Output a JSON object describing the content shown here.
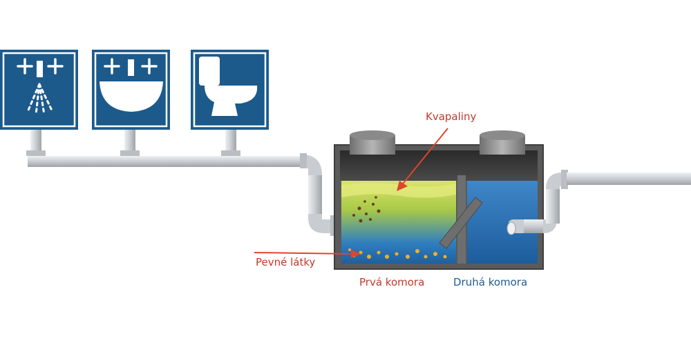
{
  "labels": {
    "liquids": "Kvapaliny",
    "solids": "Pevné látky",
    "first_chamber": "Prvá komora",
    "second_chamber": "Druhá komora"
  },
  "fixtures": [
    {
      "icon": "shower-icon"
    },
    {
      "icon": "sink-icon"
    },
    {
      "icon": "toilet-icon"
    }
  ],
  "colors": {
    "sign_blue": "#1c5a8c",
    "pipe_gray": "#c9cdd1",
    "tank_gray": "#5a5a5a",
    "water_blue": "#2e73b8",
    "sludge_green": "#c8d94a",
    "annotation_red": "#e0442c",
    "chamber_label_red": "#c0392b",
    "chamber_label_blue": "#1f5b8f"
  }
}
